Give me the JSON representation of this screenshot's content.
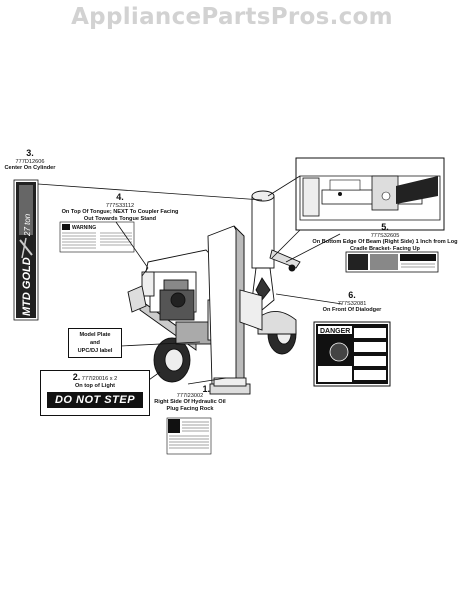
{
  "watermark": "AppliancePartsPros.com",
  "callouts": {
    "c3": {
      "num": "3.",
      "part": "777D12606",
      "note": "Center On Cylinder"
    },
    "c4": {
      "num": "4.",
      "part": "777S33112",
      "note": "On Top Of Tongue; NEXT To Coupler Facing Out Towards Tongue Stand"
    },
    "c5": {
      "num": "5.",
      "part": "777S32605",
      "note": "On Bottom Edge Of Beam (Right Side) 1 Inch from Log Cradle Bracket- Facing Up"
    },
    "c6": {
      "num": "6.",
      "part": "777S32081",
      "note": "On Front Of Dialodger"
    },
    "c2": {
      "num": "2.",
      "part": "777I20016 x 2",
      "note": "On top of Light"
    },
    "c1": {
      "num": "1.",
      "part": "777I23002",
      "note": "Right Side Of Hydraulic Oil Plug Facing Rock"
    }
  },
  "decals": {
    "do_not_step": "DO NOT STEP",
    "danger": "DANGER",
    "warning": "WARNING",
    "mtd_gold": "MTD GOLD",
    "ton": "27 ton"
  },
  "model_plate": {
    "line1": "Model Plate",
    "line2": "and",
    "line3": "UPC/DJ label"
  }
}
